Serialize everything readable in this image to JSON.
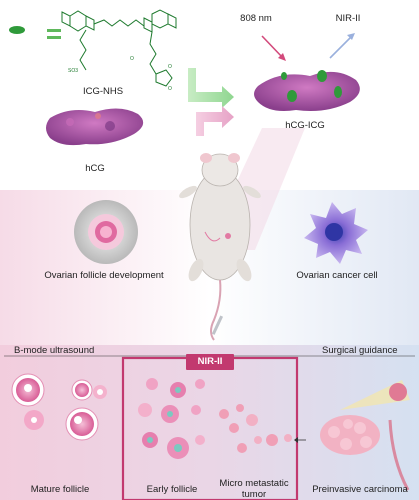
{
  "top": {
    "icg_label": "ICG-NHS",
    "hcg_label": "hCG",
    "conjugate_label": "hCG-ICG",
    "excitation_label": "808 nm",
    "emission_label": "NIR-II"
  },
  "middle": {
    "follicle_label": "Ovarian follicle development",
    "cancer_label": "Ovarian cancer cell"
  },
  "bottom": {
    "left_header": "B-mode ultrasound",
    "center_header": "NIR-II",
    "right_header": "Surgical guidance",
    "labels": [
      "Mature follicle",
      "Early follicle",
      "Micro metastatic",
      "tumor",
      "Preinvasive carcinoma"
    ]
  },
  "colors": {
    "pink_bg": "#f3d5e2",
    "blue_bg": "#d9e3f1",
    "nir_frame": "#c2396f",
    "protein": "#a54ba0",
    "icg_green": "#2f9a3a"
  }
}
